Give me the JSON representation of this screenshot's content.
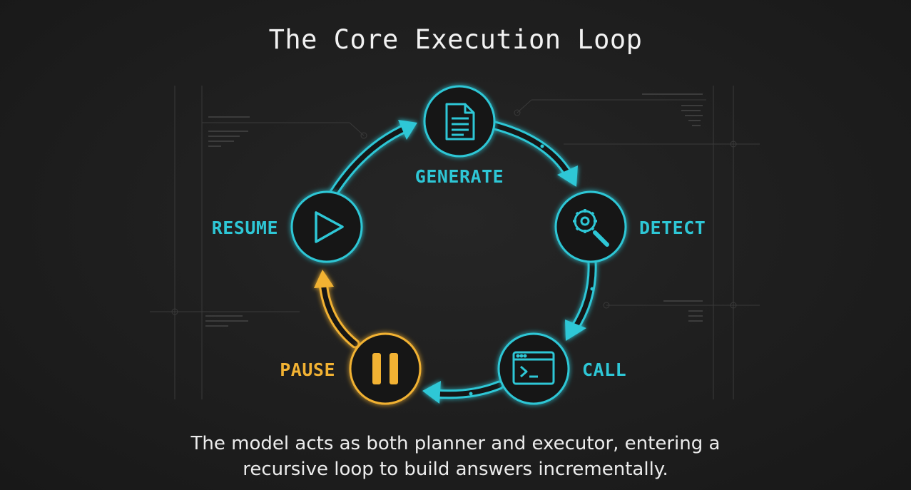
{
  "title": "The Core Execution Loop",
  "colors": {
    "teal": "#2ec7d6",
    "amber": "#f2b233",
    "background": "#1e1e1e",
    "text": "#f2f2f2"
  },
  "nodes": [
    {
      "id": "generate",
      "label": "GENERATE",
      "icon": "document-icon",
      "color": "teal"
    },
    {
      "id": "detect",
      "label": "DETECT",
      "icon": "gear-search-icon",
      "color": "teal"
    },
    {
      "id": "call",
      "label": "CALL",
      "icon": "terminal-icon",
      "color": "teal"
    },
    {
      "id": "pause",
      "label": "PAUSE",
      "icon": "pause-icon",
      "color": "amber"
    },
    {
      "id": "resume",
      "label": "RESUME",
      "icon": "play-icon",
      "color": "teal"
    }
  ],
  "caption": {
    "line1": "The model acts as both planner and executor, entering a",
    "line2": "recursive loop to build answers incrementally."
  }
}
